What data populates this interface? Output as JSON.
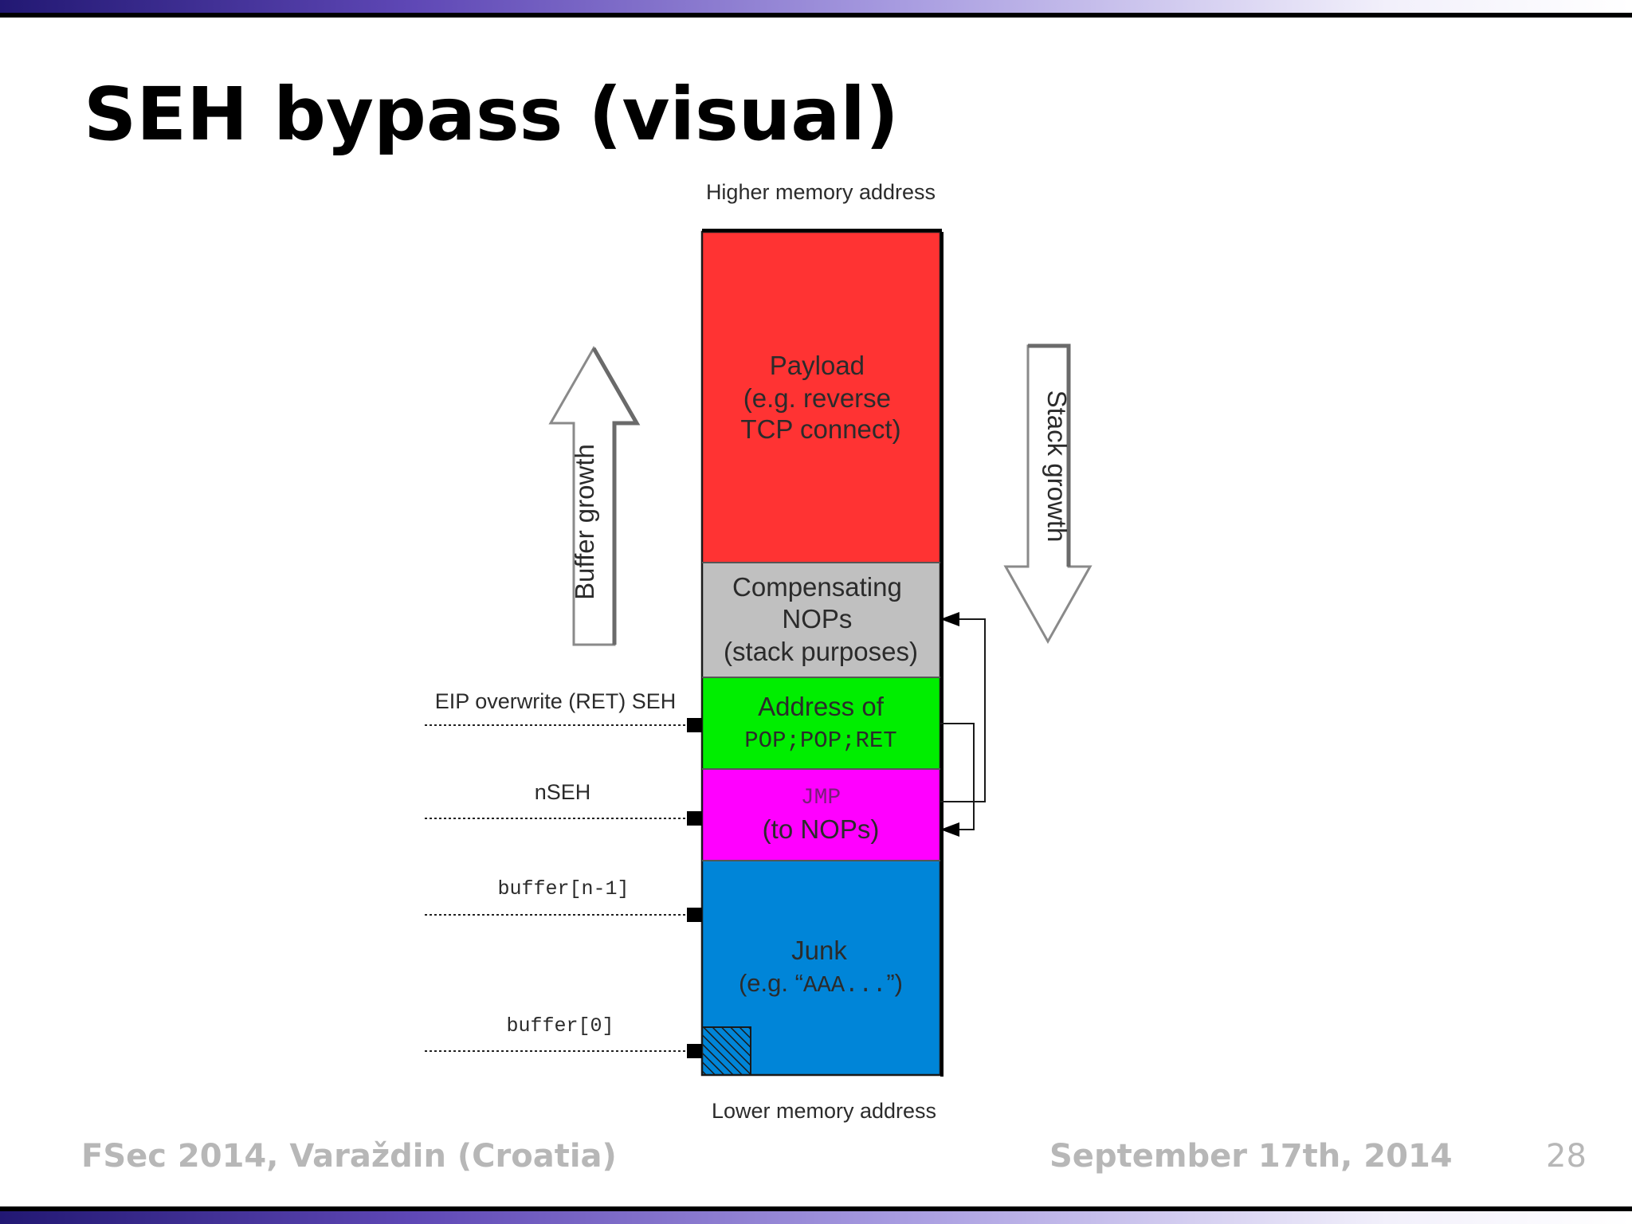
{
  "slide": {
    "title": "SEH bypass (visual)",
    "footer_left": "FSec 2014, Varaždin (Croatia)",
    "footer_date": "September 17th, 2014",
    "page_number": "28"
  },
  "diagram": {
    "top_label": "Higher memory address",
    "bottom_label": "Lower memory address",
    "buffer_growth": "Buffer growth",
    "stack_growth": "Stack growth",
    "blocks": {
      "payload": {
        "lines": [
          "Payload",
          "(e.g. reverse",
          "TCP connect)"
        ],
        "color": "#ff3333"
      },
      "nops": {
        "lines": [
          "Compensating",
          "NOPs",
          "(stack purposes)"
        ],
        "color": "#c0c0c0"
      },
      "address": {
        "line1": "Address of",
        "line2": "POP;POP;RET",
        "color": "#00ee00"
      },
      "jmp": {
        "line1": "JMP",
        "line2": "(to NOPs)",
        "color": "#ff00ff"
      },
      "junk": {
        "line1": "Junk",
        "line2_prefix": "(e.g. “",
        "line2_code": "AAA...",
        "line2_suffix": "”)",
        "color": "#0085d8"
      }
    },
    "markers": {
      "eip": "EIP overwrite (RET) SEH",
      "nseh": "nSEH",
      "buffer_n1": "buffer[n-1]",
      "buffer_0": "buffer[0]"
    }
  }
}
